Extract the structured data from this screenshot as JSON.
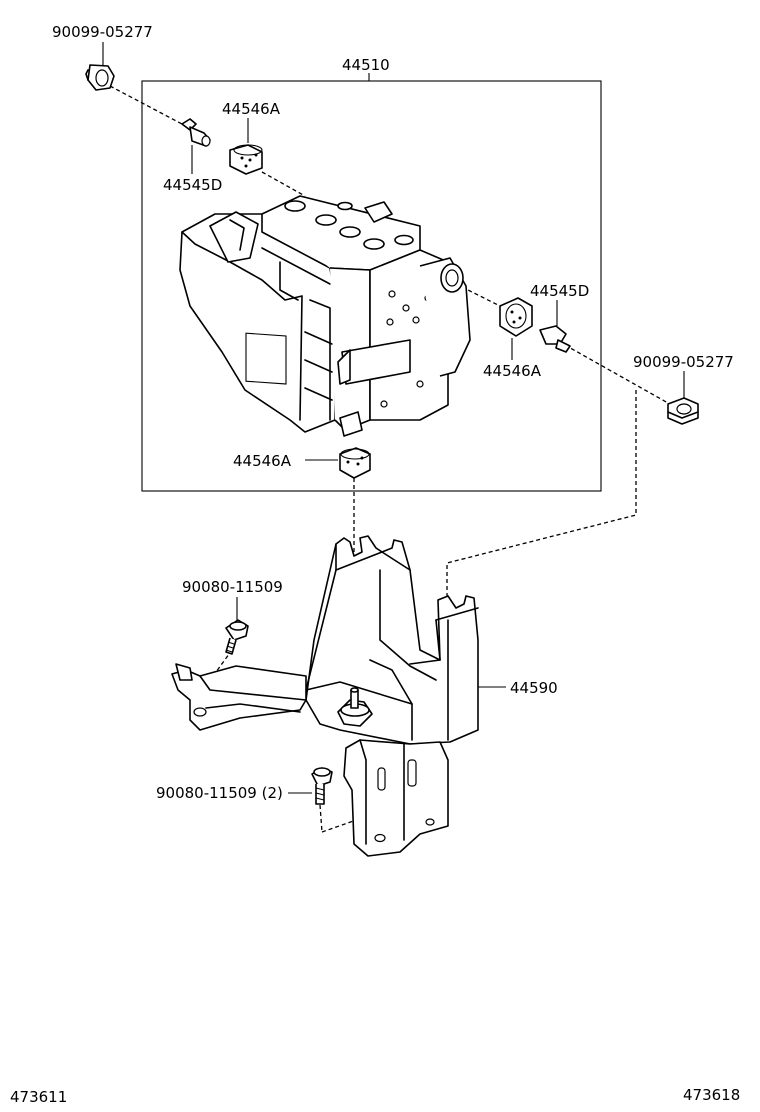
{
  "parts": {
    "nut_top_left": "90099-05277",
    "actuator_assy": "44510",
    "cushion_top": "44546A",
    "bolt_left": "44545D",
    "bolt_right": "44545D",
    "cushion_right": "44546A",
    "nut_right": "90099-05277",
    "cushion_bottom": "44546A",
    "bolt_bracket": "90080-11509",
    "bracket": "44590",
    "bolt_bracket_lower": "90080-11509 (2)"
  },
  "footer": {
    "left_code": "473611",
    "right_code": "473618"
  }
}
